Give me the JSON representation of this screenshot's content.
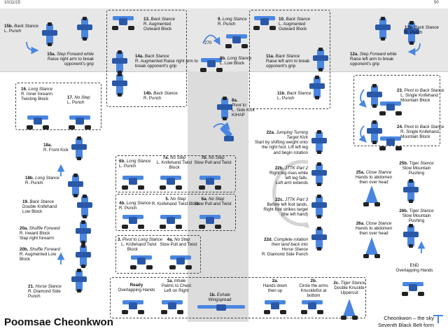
{
  "header": {
    "date": "10/11/15",
    "page": "50"
  },
  "footer": {
    "title": "Poomsae Cheonkwon",
    "subtitle1": "Cheonkwon – the sky",
    "subtitle2": "Seventh Black Belt form"
  },
  "colors": {
    "figure": "#4a86e0",
    "figure_dark": "#2a58a8",
    "feet": "#222222",
    "band": "#e7e7e7",
    "corridor": "#dcdcdc",
    "arrow": "#4a86e0"
  },
  "figure_270": "270",
  "moves": {
    "m15b": {
      "num": "15b.",
      "t1": "Back Stance",
      "t2": "L. Punch"
    },
    "m15a": {
      "num": "15a.",
      "t1": "Step Forward while",
      "t2": "Raise right arm to break",
      "t3": "opponent's grip"
    },
    "m13": {
      "num": "13.",
      "t1": "Back Stance",
      "t2": "R. Augmented",
      "t3": "Outward Block"
    },
    "m14a": {
      "num": "14a.",
      "t1": "Back Stance",
      "t2": "R. Augmented Raise right arm to",
      "t3": "break opponent's grip"
    },
    "m14b": {
      "num": "14b.",
      "t1": "Back Stance",
      "t2": "R. Punch"
    },
    "m9": {
      "num": "9.",
      "t1": "Long Stance",
      "t2": "R. Punch"
    },
    "m8b": {
      "num": "8b.",
      "t1": "Long Stance",
      "t2": "L. Low Block"
    },
    "m8a": {
      "num": "8a.",
      "t1": "Pivot to",
      "t2": "L. Side Kick",
      "t3": "KIHAP"
    },
    "m10": {
      "num": "10.",
      "t1": "Back Stance",
      "t2": "L. Augmented",
      "t3": "Outward Block"
    },
    "m11a": {
      "num": "11a.",
      "t1": "Back Stance",
      "t2": "Raise left arm to break",
      "t3": "opponent's grip"
    },
    "m11b": {
      "num": "11b.",
      "t1": "Back Stance",
      "t2": "L. Punch"
    },
    "m12b": {
      "num": "12b.",
      "t1": "Back Stance",
      "t2": "R. Punch"
    },
    "m12a": {
      "num": "12a.",
      "t1": "Step Forward while",
      "t2": "Raise left arm to break",
      "t3": "opponent's grip"
    },
    "m16": {
      "num": "16.",
      "t1": "Long Stance",
      "t2": "R. Inner forearm",
      "t3": "Twisting Block"
    },
    "m17": {
      "num": "17.",
      "t1": "No Step",
      "t2": "L. Punch"
    },
    "m18a": {
      "num": "18a.",
      "t2": "R. Front Kick"
    },
    "m18b": {
      "num": "18b.",
      "t1": "Long Stance",
      "t2": "R. Punch"
    },
    "m19": {
      "num": "19.",
      "t1": "Back Stance",
      "t2": "Double Knifehand",
      "t3": "Low Block"
    },
    "m20a": {
      "num": "20a.",
      "t1": "Shuffle Forward",
      "t2": "R. Inward Block",
      "t3": "Slap right forearm"
    },
    "m20b": {
      "num": "20b.",
      "t1": "Shuffle Forward",
      "t2": "R. Augmented Low",
      "t3": "Block"
    },
    "m21": {
      "num": "21.",
      "t1": "Horse Stance",
      "t2": "R. Diamond Side",
      "t3": "Punch"
    },
    "m6b": {
      "num": "6b.",
      "t1": "Long Stance",
      "t2": "L. Punch"
    },
    "m7a": {
      "num": "7a.",
      "t1": "No Step",
      "t2": "L. Knifehand Twist",
      "t3": "Block"
    },
    "m7b": {
      "num": "7b.",
      "t1": "No Step",
      "t2": "Slow Pull and Twist"
    },
    "m4b": {
      "num": "4b.",
      "t1": "Long Stance",
      "t2": "R. Punch"
    },
    "m5": {
      "num": "5.",
      "t1": "No Step",
      "t2": "R. Knifehand Twist Block"
    },
    "m6a": {
      "num": "6a.",
      "t1": "No Step",
      "t2": "Slow Pull and Twist"
    },
    "m3": {
      "num": "3.",
      "t1": "Pivot to Long Stance",
      "t2": "L. Knifehand Twist",
      "t3": "Block"
    },
    "m4a": {
      "num": "4a.",
      "t1": "No Step",
      "t2": "Slow Pull and Twist"
    },
    "m22a": {
      "num": "22a.",
      "t1": "Jumping Turning",
      "t1b": "Target Kick",
      "t2": "Start by shifting weight onto",
      "t3": "the right foot. Lift left leg",
      "t4": "and begin rotation"
    },
    "m22b": {
      "num": "22b.",
      "t1": "JTTK Part 2",
      "t2": "Right leg rises while",
      "t3": "left leg falls.",
      "t4": "Left arm extends"
    },
    "m22c": {
      "num": "22c.",
      "t1": "JTTK Part 3",
      "t2": "Before left foot lands,",
      "t3": "Right foot strikes target",
      "t4": "(the left hand)"
    },
    "m22d": {
      "num": "22d.",
      "t1": "Complete rotation",
      "t1b": "then land back into",
      "t1c": "Horse Stance",
      "t2": "R. Diamond Side Punch"
    },
    "m23": {
      "num": "23.",
      "t1": "Pivot to Back Stance",
      "t2": "L. Single Knifehand",
      "t3": "Mountain Block"
    },
    "m24": {
      "num": "24.",
      "t1": "Pivot to Back Stance",
      "t2": "R. Single Knifehand",
      "t3": "Mountain Block"
    },
    "m25b": {
      "num": "25b.",
      "t1": "Tiger Stance",
      "t2": "Slow Mountain",
      "t3": "Pushing"
    },
    "m25a": {
      "num": "25a.",
      "t1": "Close Stance",
      "t2": "Hands to abdomen",
      "t3": "then over head"
    },
    "m26b": {
      "num": "26b.",
      "t1": "Tiger Stance",
      "t2": "Slow Mountain",
      "t3": "Pushing"
    },
    "m26a": {
      "num": "26a.",
      "t1": "Close Stance",
      "t2": "Hands to abdomen",
      "t3": "then over head"
    },
    "mEnd": {
      "t1": "END",
      "t2": "Overlapping Hands"
    },
    "mReady": {
      "t1": "Ready",
      "t2": "Overlapping Hands"
    },
    "m1a": {
      "num": "1a.",
      "t1": "Inhale",
      "t2": "Palms to Chest",
      "t3": "Left on Right"
    },
    "m1b": {
      "num": "1b.",
      "t1": "Exhale",
      "t2": "Wingspread"
    },
    "m2a": {
      "num": "2a.",
      "t2": "Hands down",
      "t3": "then up"
    },
    "m2b": {
      "num": "2b.",
      "t2": "Circle the arms",
      "t3": "Knucklefist at",
      "t4": "bottom"
    },
    "m2c": {
      "num": "2c.",
      "t1": "Tiger Stance",
      "t2": "Double Knuckle",
      "t3": "Uppercut"
    }
  }
}
